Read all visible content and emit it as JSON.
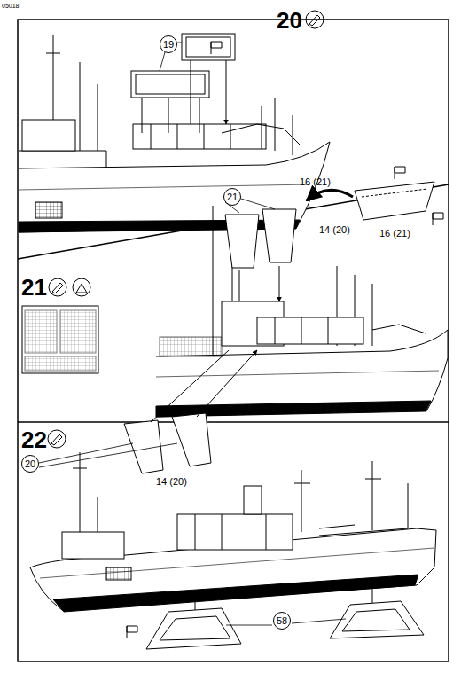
{
  "diagram": {
    "nodes": [
      {
        "text": [
          "19"
        ]
      },
      {
        "text": [
          "21"
        ]
      },
      {
        "text": [
          "20"
        ]
      },
      {
        "text": [
          "58"
        ]
      }
    ],
    "labels": [
      "05018",
      "20",
      "21",
      "16 (21)",
      "16 (21)",
      "14 (20)",
      "14 (20)",
      "22"
    ]
  }
}
